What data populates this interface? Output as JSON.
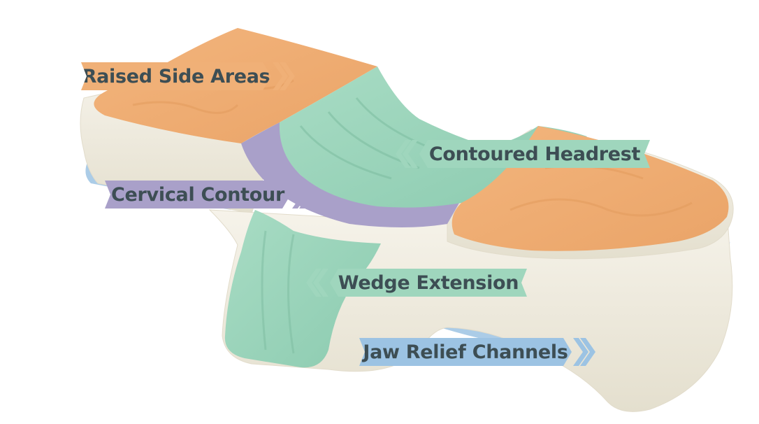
{
  "labels": {
    "raised_side_areas": "Raised Side Areas",
    "contoured_headrest": "Contoured Headrest",
    "cervical_contour": "Cervical Contour",
    "wedge_extension": "Wedge Extension",
    "jaw_relief_channels": "Jaw Relief Channels"
  },
  "colors": {
    "orange": "#f0b077",
    "green": "#9fd6bd",
    "purple": "#a9a0c9",
    "blue": "#9cc3e3",
    "foam": "#f1ede0",
    "text": "#3d4e54"
  }
}
